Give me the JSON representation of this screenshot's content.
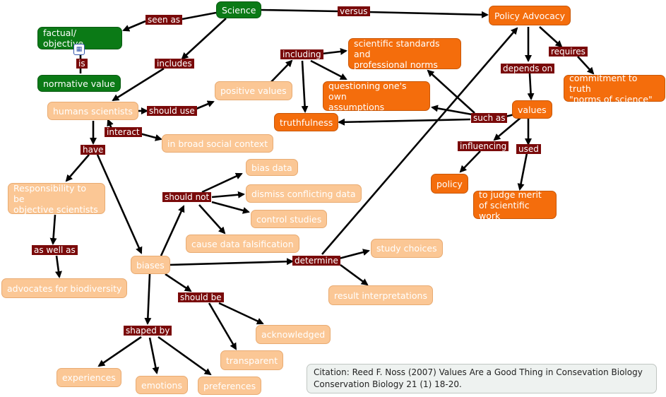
{
  "nodes": {
    "science": "Science",
    "factual": "factual/ objective",
    "normative": "normative value",
    "policy_advocacy": "Policy Advocacy",
    "sci_standards": "scientific standards and\nprofessional norms",
    "questioning": "questioning one's own\nassumptions",
    "truthfulness": "truthfulness",
    "values": "values",
    "commitment": "commitment to truth\n\"norms of science\"",
    "policy": "policy",
    "judge_merit": "to judge merit\nof scientific work",
    "humans_scientists": "humans scientists",
    "positive_values": "positive values",
    "broad_social": "in broad social context",
    "responsibility": "Responsibility to be\nobjective scientists",
    "advocates": "advocates for biodiversity",
    "biases": "biases",
    "bias_data": "bias data",
    "dismiss": "dismiss conflicting data",
    "control": "control studies",
    "falsification": "cause data falsification",
    "study_choices": "study choices",
    "result_interp": "result interpretations",
    "acknowledged": "acknowledged",
    "transparent": "transparent",
    "experiences": "experiences",
    "emotions": "emotions",
    "preferences": "preferences"
  },
  "links": {
    "seen_as": "seen as",
    "versus": "versus",
    "is": "is",
    "includes": "includes",
    "requires": "requires",
    "depends_on": "depends on",
    "including": "including",
    "such_as": "such as",
    "influencing": "influencing",
    "used": "used",
    "should_use": "should use",
    "interact": "interact",
    "have": "have",
    "should_not": "should not",
    "as_well_as": "as well as",
    "determine": "determine",
    "should_be": "should be",
    "shaped_by": "shaped by"
  },
  "citation": "Citation: Reed F. Noss (2007) Values Are a Good Thing in Consevation Biology\nConservation Biology 21 (1) 18-20.",
  "icons": {
    "link_icon": "resource-link-icon"
  },
  "colors": {
    "green": "#0b7a16",
    "orange": "#f46d0c",
    "peach": "#fbc795",
    "label": "#7a0a0a"
  }
}
